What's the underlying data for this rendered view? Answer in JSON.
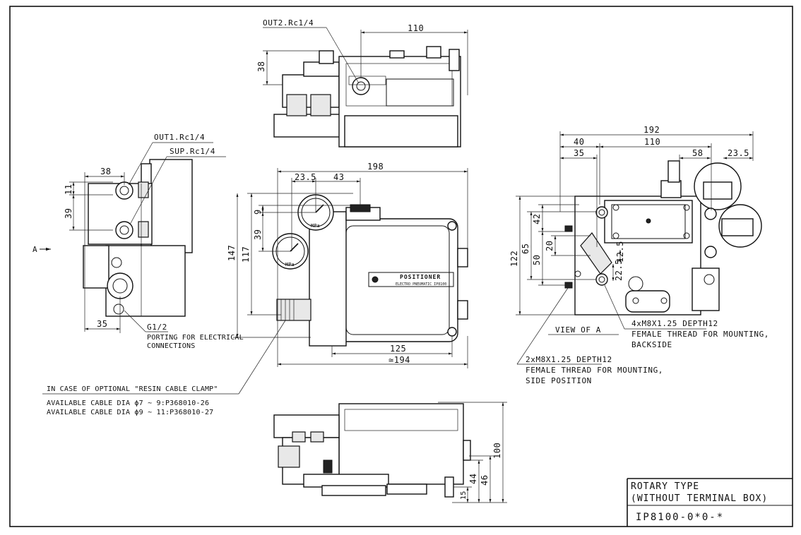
{
  "labels": {
    "out2": "OUT2.Rc1/4",
    "out1": "OUT1.Rc1/4",
    "sup": "SUP.Rc1/4",
    "arrow_a": "A",
    "g12": "G1/2",
    "porting1": "PORTING FOR ELECTRICAL",
    "porting2": "CONNECTIONS",
    "mpa_top": "MPa",
    "mpa_bottom": "MPa",
    "plate_title": "POSITIONER",
    "plate_sub": "ELECTRO PNEUMATIC IP8100",
    "view_of_a": "VIEW OF A",
    "thread4_1": "4xM8X1.25 DEPTH12",
    "thread4_2": "FEMALE THREAD FOR MOUNTING,",
    "thread4_3": "BACKSIDE",
    "thread2_1": "2xM8X1.25 DEPTH12",
    "thread2_2": "FEMALE THREAD FOR MOUNTING,",
    "thread2_3": "SIDE POSITION",
    "clamp1": "IN CASE OF OPTIONAL \"RESIN CABLE CLAMP\"",
    "clamp2": "AVAILABLE CABLE DIA ϕ7 ~  9:P368010-26",
    "clamp3": "AVAILABLE CABLE DIA ϕ9 ~ 11:P368010-27"
  },
  "dims": {
    "top_110": "110",
    "top_38": "38",
    "left_38": "38",
    "left_11": "11",
    "left_39": "39",
    "left_35": "35",
    "front_198": "198",
    "front_23_5": "23.5",
    "front_43": "43",
    "front_9": "9",
    "front_39": "39",
    "front_147": "147",
    "front_117": "117",
    "front_125": "125",
    "front_194": "≃194",
    "right_192": "192",
    "right_40": "40",
    "right_110": "110",
    "right_35": "35",
    "right_58": "58",
    "right_23_5": "23.5",
    "right_122": "122",
    "right_65": "65",
    "right_50": "50",
    "right_42": "42",
    "right_20": "20",
    "right_12_5": "12.5",
    "right_22_5": "22.5",
    "bottom_100": "100",
    "bottom_46": "46",
    "bottom_44": "44",
    "bottom_15": "15"
  },
  "title_block": {
    "line1": "ROTARY TYPE",
    "line2": "(WITHOUT TERMINAL BOX)",
    "model": "IP8100-0*0-*"
  }
}
